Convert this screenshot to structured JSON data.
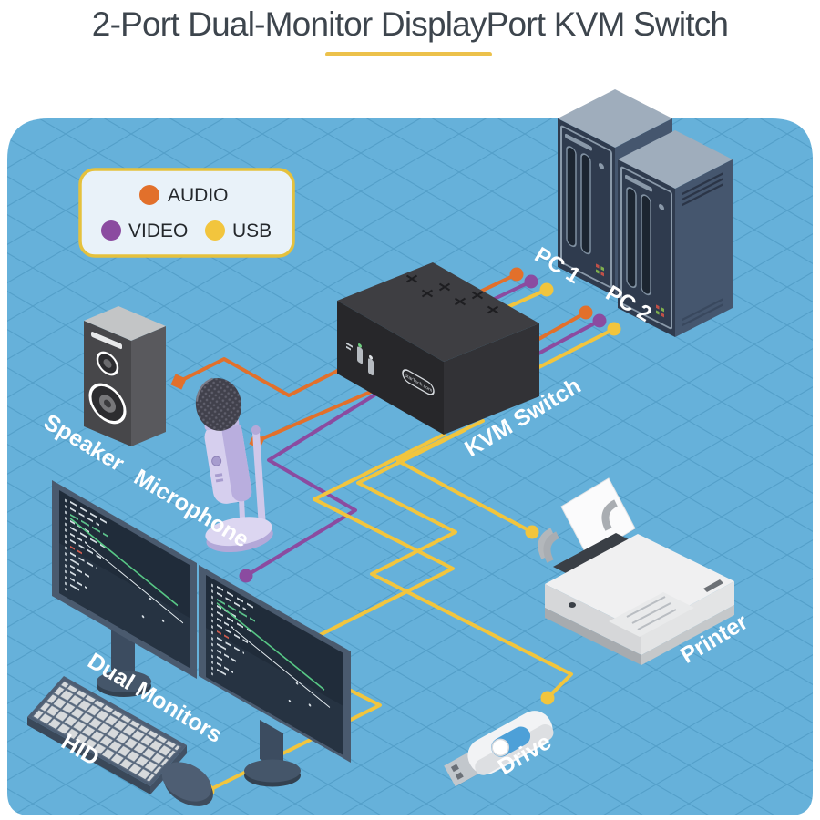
{
  "title": "2-Port Dual-Monitor DisplayPort KVM Switch",
  "legend": {
    "items": [
      {
        "label": "AUDIO",
        "color": "#e2702b"
      },
      {
        "label": "VIDEO",
        "color": "#8b4ba0"
      },
      {
        "label": "USB",
        "color": "#f2c53d"
      }
    ]
  },
  "colors": {
    "audio": "#e2702b",
    "video": "#8b4ba0",
    "usb": "#f2c53d",
    "underline": "#ecc14b"
  },
  "devices": {
    "pc1": "PC 1",
    "pc2": "PC 2",
    "kvm": "KVM Switch",
    "kvm_badge": "StarTech.com",
    "speaker": "Speaker",
    "microphone": "Microphone",
    "dual_monitors": "Dual Monitors",
    "hid": "HID",
    "printer": "Printer",
    "drive": "Drive"
  }
}
